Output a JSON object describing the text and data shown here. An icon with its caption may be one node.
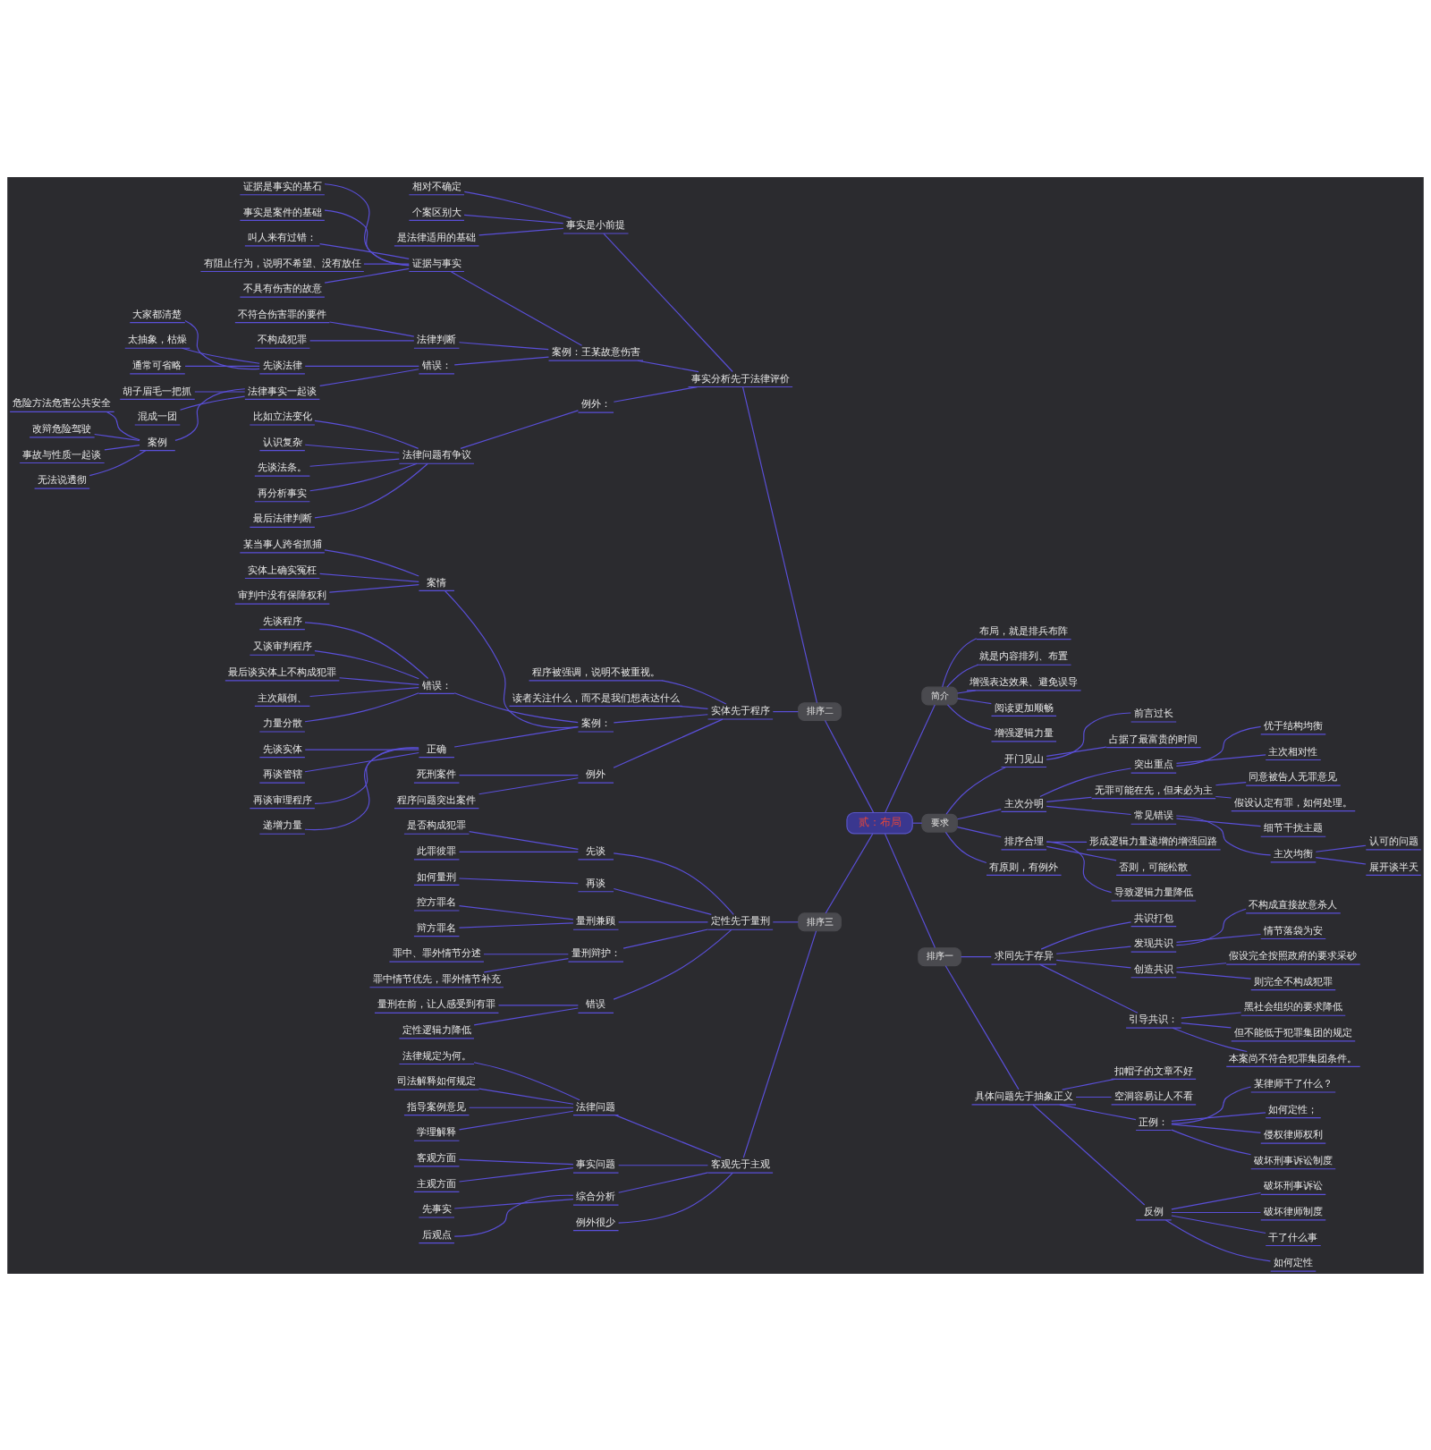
{
  "diagram": {
    "nodes": [
      {
        "text": [
          "贰：布局"
        ]
      },
      {
        "text": [
          "简介"
        ]
      },
      {
        "text": [
          "布局，就是排兵布阵"
        ]
      },
      {
        "text": [
          "就是内容排列、布置"
        ]
      },
      {
        "text": [
          "增强表达效果、避免误导"
        ]
      },
      {
        "text": [
          "阅读更加顺畅"
        ]
      },
      {
        "text": [
          "增强逻辑力量"
        ]
      },
      {
        "text": [
          "要求"
        ]
      },
      {
        "text": [
          "开门见山"
        ]
      },
      {
        "text": [
          "前言过长"
        ]
      },
      {
        "text": [
          "占据了最富贵的时间"
        ]
      },
      {
        "text": [
          "主次分明"
        ]
      },
      {
        "text": [
          "突出重点"
        ]
      },
      {
        "text": [
          "优于结构均衡"
        ]
      },
      {
        "text": [
          "主次相对性"
        ]
      },
      {
        "text": [
          "无罪可能在先，但未必为主"
        ]
      },
      {
        "text": [
          "同意被告人无罪意见"
        ]
      },
      {
        "text": [
          "假设认定有罪，如何处理。"
        ]
      },
      {
        "text": [
          "常见错误"
        ]
      },
      {
        "text": [
          "细节干扰主题"
        ]
      },
      {
        "text": [
          "主次均衡"
        ]
      },
      {
        "text": [
          "认可的问题"
        ]
      },
      {
        "text": [
          "展开谈半天"
        ]
      },
      {
        "text": [
          "排序合理"
        ]
      },
      {
        "text": [
          "形成逻辑力量递增的增强回路"
        ]
      },
      {
        "text": [
          "否则，可能松散"
        ]
      },
      {
        "text": [
          "导致逻辑力量降低"
        ]
      },
      {
        "text": [
          "有原则，有例外"
        ]
      },
      {
        "text": [
          "排序一"
        ]
      },
      {
        "text": [
          "求同先于存异"
        ]
      },
      {
        "text": [
          "共识打包"
        ]
      },
      {
        "text": [
          "发现共识"
        ]
      },
      {
        "text": [
          "不构成直接故意杀人"
        ]
      },
      {
        "text": [
          "情节落袋为安"
        ]
      },
      {
        "text": [
          "创造共识"
        ]
      },
      {
        "text": [
          "假设完全按照政府的要求采砂"
        ]
      },
      {
        "text": [
          "则完全不构成犯罪"
        ]
      },
      {
        "text": [
          "引导共识："
        ]
      },
      {
        "text": [
          "黑社会组织的要求降低"
        ]
      },
      {
        "text": [
          "但不能低于犯罪集团的规定"
        ]
      },
      {
        "text": [
          "本案尚不符合犯罪集团条件。"
        ]
      },
      {
        "text": [
          "具体问题先于抽象正义"
        ]
      },
      {
        "text": [
          "扣帽子的文章不好"
        ]
      },
      {
        "text": [
          "空洞容易让人不看"
        ]
      },
      {
        "text": [
          "正例："
        ]
      },
      {
        "text": [
          "某律师干了什么？"
        ]
      },
      {
        "text": [
          "如何定性；"
        ]
      },
      {
        "text": [
          "侵权律师权利"
        ]
      },
      {
        "text": [
          "破坏刑事诉讼制度"
        ]
      },
      {
        "text": [
          "反例"
        ]
      },
      {
        "text": [
          "破坏刑事诉讼"
        ]
      },
      {
        "text": [
          "破坏律师制度"
        ]
      },
      {
        "text": [
          "干了什么事"
        ]
      },
      {
        "text": [
          "如何定性"
        ]
      },
      {
        "text": [
          "排序二"
        ]
      },
      {
        "text": [
          "事实分析先于法律评价"
        ]
      },
      {
        "text": [
          "事实是小前提"
        ]
      },
      {
        "text": [
          "相对不确定"
        ]
      },
      {
        "text": [
          "个案区别大"
        ]
      },
      {
        "text": [
          "是法律适用的基础"
        ]
      },
      {
        "text": [
          "案例：王某故意伤害"
        ]
      },
      {
        "text": [
          "证据与事实"
        ]
      },
      {
        "text": [
          "证据是事实的基石"
        ]
      },
      {
        "text": [
          "事实是案件的基础"
        ]
      },
      {
        "text": [
          "叫人来有过错："
        ]
      },
      {
        "text": [
          "有阻止行为，说明不希望、没有放任"
        ]
      },
      {
        "text": [
          "不具有伤害的故意"
        ]
      },
      {
        "text": [
          "法律判断"
        ]
      },
      {
        "text": [
          "不符合伤害罪的要件"
        ]
      },
      {
        "text": [
          "不构成犯罪"
        ]
      },
      {
        "text": [
          "错误："
        ]
      },
      {
        "text": [
          "先谈法律"
        ]
      },
      {
        "text": [
          "大家都清楚"
        ]
      },
      {
        "text": [
          "太抽象，枯燥"
        ]
      },
      {
        "text": [
          "通常可省略"
        ]
      },
      {
        "text": [
          "法律事实一起谈"
        ]
      },
      {
        "text": [
          "胡子眉毛一把抓"
        ]
      },
      {
        "text": [
          "混成一团"
        ]
      },
      {
        "text": [
          "案例"
        ]
      },
      {
        "text": [
          "危险方法危害公共安全"
        ]
      },
      {
        "text": [
          "改辩危险驾驶"
        ]
      },
      {
        "text": [
          "事故与性质一起谈"
        ]
      },
      {
        "text": [
          "无法说透彻"
        ]
      },
      {
        "text": [
          "例外："
        ]
      },
      {
        "text": [
          "法律问题有争议"
        ]
      },
      {
        "text": [
          "比如立法变化"
        ]
      },
      {
        "text": [
          "认识复杂"
        ]
      },
      {
        "text": [
          "先谈法条。"
        ]
      },
      {
        "text": [
          "再分析事实"
        ]
      },
      {
        "text": [
          "最后法律判断"
        ]
      },
      {
        "text": [
          "实体先于程序"
        ]
      },
      {
        "text": [
          "程序被强调，说明不被重视。"
        ]
      },
      {
        "text": [
          "读者关注什么，而不是我们想表达什么"
        ]
      },
      {
        "text": [
          "案例："
        ]
      },
      {
        "text": [
          "案情"
        ]
      },
      {
        "text": [
          "某当事人跨省抓捕"
        ]
      },
      {
        "text": [
          "实体上确实冤枉"
        ]
      },
      {
        "text": [
          "审判中没有保障权利"
        ]
      },
      {
        "text": [
          "错误："
        ]
      },
      {
        "text": [
          "先谈程序"
        ]
      },
      {
        "text": [
          "又谈审判程序"
        ]
      },
      {
        "text": [
          "最后谈实体上不构成犯罪"
        ]
      },
      {
        "text": [
          "主次颠倒、"
        ]
      },
      {
        "text": [
          "力量分散"
        ]
      },
      {
        "text": [
          "正确"
        ]
      },
      {
        "text": [
          "先谈实体"
        ]
      },
      {
        "text": [
          "再谈管辖"
        ]
      },
      {
        "text": [
          "再谈审理程序"
        ]
      },
      {
        "text": [
          "递增力量"
        ]
      },
      {
        "text": [
          "例外"
        ]
      },
      {
        "text": [
          "死刑案件"
        ]
      },
      {
        "text": [
          "程序问题突出案件"
        ]
      },
      {
        "text": [
          "排序三"
        ]
      },
      {
        "text": [
          "定性先于量刑"
        ]
      },
      {
        "text": [
          "先谈"
        ]
      },
      {
        "text": [
          "是否构成犯罪"
        ]
      },
      {
        "text": [
          "此罪彼罪"
        ]
      },
      {
        "text": [
          "再谈"
        ]
      },
      {
        "text": [
          "如何量刑"
        ]
      },
      {
        "text": [
          "量刑兼顾"
        ]
      },
      {
        "text": [
          "控方罪名"
        ]
      },
      {
        "text": [
          "辩方罪名"
        ]
      },
      {
        "text": [
          "量刑辩护："
        ]
      },
      {
        "text": [
          "罪中、罪外情节分述"
        ]
      },
      {
        "text": [
          "罪中情节优先，罪外情节补充"
        ]
      },
      {
        "text": [
          "错误"
        ]
      },
      {
        "text": [
          "量刑在前，让人感受到有罪"
        ]
      },
      {
        "text": [
          "定性逻辑力降低"
        ]
      },
      {
        "text": [
          "客观先于主观"
        ]
      },
      {
        "text": [
          "法律问题"
        ]
      },
      {
        "text": [
          "法律规定为何。"
        ]
      },
      {
        "text": [
          "司法解释如何规定"
        ]
      },
      {
        "text": [
          "指导案例意见"
        ]
      },
      {
        "text": [
          "学理解释"
        ]
      },
      {
        "text": [
          "事实问题"
        ]
      },
      {
        "text": [
          "客观方面"
        ]
      },
      {
        "text": [
          "主观方面"
        ]
      },
      {
        "text": [
          "综合分析"
        ]
      },
      {
        "text": [
          "先事实"
        ]
      },
      {
        "text": [
          "后观点"
        ]
      },
      {
        "text": [
          "例外很少"
        ]
      }
    ],
    "edges": [
      {
        "from": 0,
        "to": 1,
        "arrow": "none"
      },
      {
        "from": 1,
        "to": 2,
        "arrow": "none"
      },
      {
        "from": 1,
        "to": 3,
        "arrow": "none"
      },
      {
        "from": 1,
        "to": 4,
        "arrow": "none"
      },
      {
        "from": 1,
        "to": 5,
        "arrow": "none"
      },
      {
        "from": 1,
        "to": 6,
        "arrow": "none"
      },
      {
        "from": 0,
        "to": 7,
        "arrow": "none"
      },
      {
        "from": 7,
        "to": 8,
        "arrow": "none"
      },
      {
        "from": 8,
        "to": 9,
        "arrow": "none"
      },
      {
        "from": 8,
        "to": 10,
        "arrow": "none"
      },
      {
        "from": 7,
        "to": 11,
        "arrow": "none"
      },
      {
        "from": 11,
        "to": 12,
        "arrow": "none"
      },
      {
        "from": 12,
        "to": 13,
        "arrow": "none"
      },
      {
        "from": 12,
        "to": 14,
        "arrow": "none"
      },
      {
        "from": 11,
        "to": 15,
        "arrow": "none"
      },
      {
        "from": 15,
        "to": 16,
        "arrow": "none"
      },
      {
        "from": 15,
        "to": 17,
        "arrow": "none"
      },
      {
        "from": 11,
        "to": 18,
        "arrow": "none"
      },
      {
        "from": 18,
        "to": 19,
        "arrow": "none"
      },
      {
        "from": 18,
        "to": 20,
        "arrow": "none"
      },
      {
        "from": 20,
        "to": 21,
        "arrow": "none"
      },
      {
        "from": 20,
        "to": 22,
        "arrow": "none"
      },
      {
        "from": 7,
        "to": 23,
        "arrow": "none"
      },
      {
        "from": 23,
        "to": 24,
        "arrow": "none"
      },
      {
        "from": 23,
        "to": 25,
        "arrow": "none"
      },
      {
        "from": 23,
        "to": 26,
        "arrow": "none"
      },
      {
        "from": 7,
        "to": 27,
        "arrow": "none"
      },
      {
        "from": 0,
        "to": 28,
        "arrow": "none"
      },
      {
        "from": 28,
        "to": 29,
        "arrow": "none"
      },
      {
        "from": 29,
        "to": 30,
        "arrow": "none"
      },
      {
        "from": 29,
        "to": 31,
        "arrow": "none"
      },
      {
        "from": 31,
        "to": 32,
        "arrow": "none"
      },
      {
        "from": 31,
        "to": 33,
        "arrow": "none"
      },
      {
        "from": 29,
        "to": 34,
        "arrow": "none"
      },
      {
        "from": 34,
        "to": 35,
        "arrow": "none"
      },
      {
        "from": 34,
        "to": 36,
        "arrow": "none"
      },
      {
        "from": 29,
        "to": 37,
        "arrow": "none"
      },
      {
        "from": 37,
        "to": 38,
        "arrow": "none"
      },
      {
        "from": 37,
        "to": 39,
        "arrow": "none"
      },
      {
        "from": 37,
        "to": 40,
        "arrow": "none"
      },
      {
        "from": 28,
        "to": 41,
        "arrow": "none"
      },
      {
        "from": 41,
        "to": 42,
        "arrow": "none"
      },
      {
        "from": 41,
        "to": 43,
        "arrow": "none"
      },
      {
        "from": 41,
        "to": 44,
        "arrow": "none"
      },
      {
        "from": 44,
        "to": 45,
        "arrow": "none"
      },
      {
        "from": 44,
        "to": 46,
        "arrow": "none"
      },
      {
        "from": 44,
        "to": 47,
        "arrow": "none"
      },
      {
        "from": 44,
        "to": 48,
        "arrow": "none"
      },
      {
        "from": 41,
        "to": 49,
        "arrow": "none"
      },
      {
        "from": 49,
        "to": 50,
        "arrow": "none"
      },
      {
        "from": 49,
        "to": 51,
        "arrow": "none"
      },
      {
        "from": 49,
        "to": 52,
        "arrow": "none"
      },
      {
        "from": 49,
        "to": 53,
        "arrow": "none"
      },
      {
        "from": 0,
        "to": 54,
        "arrow": "none"
      },
      {
        "from": 54,
        "to": 55,
        "arrow": "none"
      },
      {
        "from": 55,
        "to": 56,
        "arrow": "none"
      },
      {
        "from": 56,
        "to": 57,
        "arrow": "none"
      },
      {
        "from": 56,
        "to": 58,
        "arrow": "none"
      },
      {
        "from": 56,
        "to": 59,
        "arrow": "none"
      },
      {
        "from": 55,
        "to": 60,
        "arrow": "none"
      },
      {
        "from": 60,
        "to": 61,
        "arrow": "none"
      },
      {
        "from": 61,
        "to": 62,
        "arrow": "none"
      },
      {
        "from": 61,
        "to": 63,
        "arrow": "none"
      },
      {
        "from": 61,
        "to": 64,
        "arrow": "none"
      },
      {
        "from": 61,
        "to": 65,
        "arrow": "none"
      },
      {
        "from": 61,
        "to": 66,
        "arrow": "none"
      },
      {
        "from": 60,
        "to": 67,
        "arrow": "none"
      },
      {
        "from": 67,
        "to": 68,
        "arrow": "none"
      },
      {
        "from": 67,
        "to": 69,
        "arrow": "none"
      },
      {
        "from": 60,
        "to": 70,
        "arrow": "none"
      },
      {
        "from": 70,
        "to": 71,
        "arrow": "none"
      },
      {
        "from": 71,
        "to": 72,
        "arrow": "none"
      },
      {
        "from": 71,
        "to": 73,
        "arrow": "none"
      },
      {
        "from": 71,
        "to": 74,
        "arrow": "none"
      },
      {
        "from": 70,
        "to": 75,
        "arrow": "none"
      },
      {
        "from": 75,
        "to": 76,
        "arrow": "none"
      },
      {
        "from": 75,
        "to": 77,
        "arrow": "none"
      },
      {
        "from": 75,
        "to": 78,
        "arrow": "none"
      },
      {
        "from": 78,
        "to": 79,
        "arrow": "none"
      },
      {
        "from": 78,
        "to": 80,
        "arrow": "none"
      },
      {
        "from": 78,
        "to": 81,
        "arrow": "none"
      },
      {
        "from": 78,
        "to": 82,
        "arrow": "none"
      },
      {
        "from": 55,
        "to": 83,
        "arrow": "none"
      },
      {
        "from": 83,
        "to": 84,
        "arrow": "none"
      },
      {
        "from": 84,
        "to": 85,
        "arrow": "none"
      },
      {
        "from": 84,
        "to": 86,
        "arrow": "none"
      },
      {
        "from": 84,
        "to": 87,
        "arrow": "none"
      },
      {
        "from": 84,
        "to": 88,
        "arrow": "none"
      },
      {
        "from": 84,
        "to": 89,
        "arrow": "none"
      },
      {
        "from": 54,
        "to": 90,
        "arrow": "none"
      },
      {
        "from": 90,
        "to": 91,
        "arrow": "none"
      },
      {
        "from": 90,
        "to": 92,
        "arrow": "none"
      },
      {
        "from": 90,
        "to": 93,
        "arrow": "none"
      },
      {
        "from": 93,
        "to": 94,
        "arrow": "none"
      },
      {
        "from": 94,
        "to": 95,
        "arrow": "none"
      },
      {
        "from": 94,
        "to": 96,
        "arrow": "none"
      },
      {
        "from": 94,
        "to": 97,
        "arrow": "none"
      },
      {
        "from": 93,
        "to": 98,
        "arrow": "none"
      },
      {
        "from": 98,
        "to": 99,
        "arrow": "none"
      },
      {
        "from": 98,
        "to": 100,
        "arrow": "none"
      },
      {
        "from": 98,
        "to": 101,
        "arrow": "none"
      },
      {
        "from": 98,
        "to": 102,
        "arrow": "none"
      },
      {
        "from": 98,
        "to": 103,
        "arrow": "none"
      },
      {
        "from": 93,
        "to": 104,
        "arrow": "none"
      },
      {
        "from": 104,
        "to": 105,
        "arrow": "none"
      },
      {
        "from": 104,
        "to": 106,
        "arrow": "none"
      },
      {
        "from": 104,
        "to": 107,
        "arrow": "none"
      },
      {
        "from": 104,
        "to": 108,
        "arrow": "none"
      },
      {
        "from": 90,
        "to": 109,
        "arrow": "none"
      },
      {
        "from": 109,
        "to": 110,
        "arrow": "none"
      },
      {
        "from": 109,
        "to": 111,
        "arrow": "none"
      },
      {
        "from": 0,
        "to": 112,
        "arrow": "none"
      },
      {
        "from": 112,
        "to": 113,
        "arrow": "none"
      },
      {
        "from": 113,
        "to": 114,
        "arrow": "none"
      },
      {
        "from": 114,
        "to": 115,
        "arrow": "none"
      },
      {
        "from": 114,
        "to": 116,
        "arrow": "none"
      },
      {
        "from": 113,
        "to": 117,
        "arrow": "none"
      },
      {
        "from": 117,
        "to": 118,
        "arrow": "none"
      },
      {
        "from": 113,
        "to": 119,
        "arrow": "none"
      },
      {
        "from": 119,
        "to": 120,
        "arrow": "none"
      },
      {
        "from": 119,
        "to": 121,
        "arrow": "none"
      },
      {
        "from": 113,
        "to": 122,
        "arrow": "none"
      },
      {
        "from": 122,
        "to": 123,
        "arrow": "none"
      },
      {
        "from": 122,
        "to": 124,
        "arrow": "none"
      },
      {
        "from": 113,
        "to": 125,
        "arrow": "none"
      },
      {
        "from": 125,
        "to": 126,
        "arrow": "none"
      },
      {
        "from": 125,
        "to": 127,
        "arrow": "none"
      },
      {
        "from": 112,
        "to": 128,
        "arrow": "none"
      },
      {
        "from": 128,
        "to": 129,
        "arrow": "none"
      },
      {
        "from": 129,
        "to": 130,
        "arrow": "none"
      },
      {
        "from": 129,
        "to": 131,
        "arrow": "none"
      },
      {
        "from": 129,
        "to": 132,
        "arrow": "none"
      },
      {
        "from": 129,
        "to": 133,
        "arrow": "none"
      },
      {
        "from": 128,
        "to": 134,
        "arrow": "none"
      },
      {
        "from": 134,
        "to": 135,
        "arrow": "none"
      },
      {
        "from": 134,
        "to": 136,
        "arrow": "none"
      },
      {
        "from": 128,
        "to": 137,
        "arrow": "none"
      },
      {
        "from": 137,
        "to": 138,
        "arrow": "none"
      },
      {
        "from": 137,
        "to": 139,
        "arrow": "none"
      },
      {
        "from": 128,
        "to": 140,
        "arrow": "none"
      }
    ]
  }
}
